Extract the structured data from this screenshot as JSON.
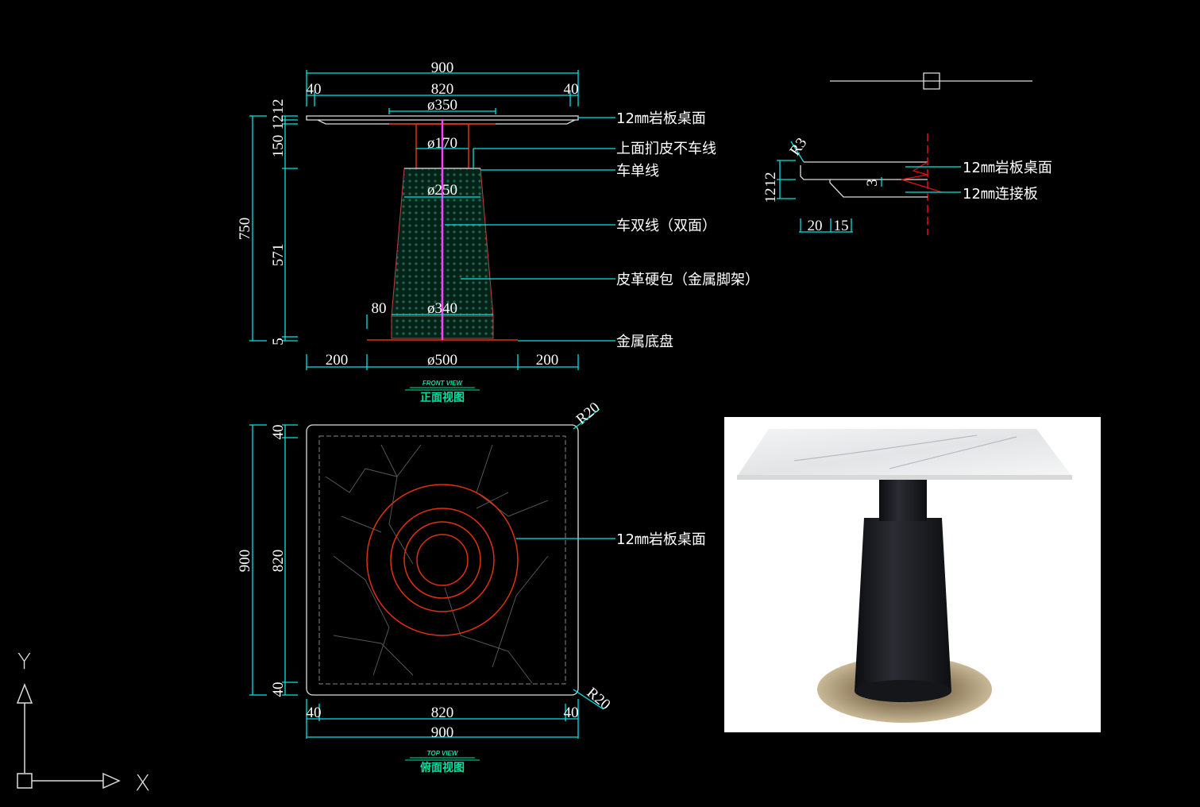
{
  "front_view": {
    "dims": {
      "overall_width": "900",
      "left_margin": "40",
      "inner_width": "820",
      "right_margin": "40",
      "top_dia": "ø350",
      "neck_dia": "ø170",
      "mid_dia": "ø250",
      "base_dia_upper": "ø340",
      "base_offset": "80",
      "base_left": "200",
      "base_dia": "ø500",
      "base_right": "200",
      "overall_height": "750",
      "h_top1": "12",
      "h_top2": "12",
      "h_neck": "150",
      "h_body": "571",
      "h_base": "5"
    },
    "callouts": [
      "12㎜岩板桌面",
      "上面扪皮不车线",
      "车单线",
      "车双线（双面）",
      "皮革硬包（金属脚架）",
      "金属底盘"
    ],
    "title_en": "FRONT VIEW",
    "title_cn": "正面视图"
  },
  "detail": {
    "radius": "R3",
    "h1": "12",
    "h2": "12",
    "gap": "3",
    "w1": "20",
    "w2": "15",
    "callouts": [
      "12㎜岩板桌面",
      "12㎜连接板"
    ]
  },
  "top_view": {
    "dims": {
      "side_top": "40",
      "side_inner": "820",
      "side_overall": "900",
      "side_bottom": "40",
      "bottom_left": "40",
      "bottom_inner": "820",
      "bottom_right": "40",
      "bottom_overall": "900",
      "corner_top": "R20",
      "corner_bottom": "R20"
    },
    "callout": "12㎜岩板桌面",
    "title_en": "TOP VIEW",
    "title_cn": "俯面视图"
  },
  "ucs": {
    "x_label": "X",
    "y_label": "Y"
  },
  "colors": {
    "background": "#000000",
    "dimension": "#00e5e5",
    "outline_red": "#e03010",
    "center_line": "#ff40ff",
    "title": "#00e0a0"
  }
}
